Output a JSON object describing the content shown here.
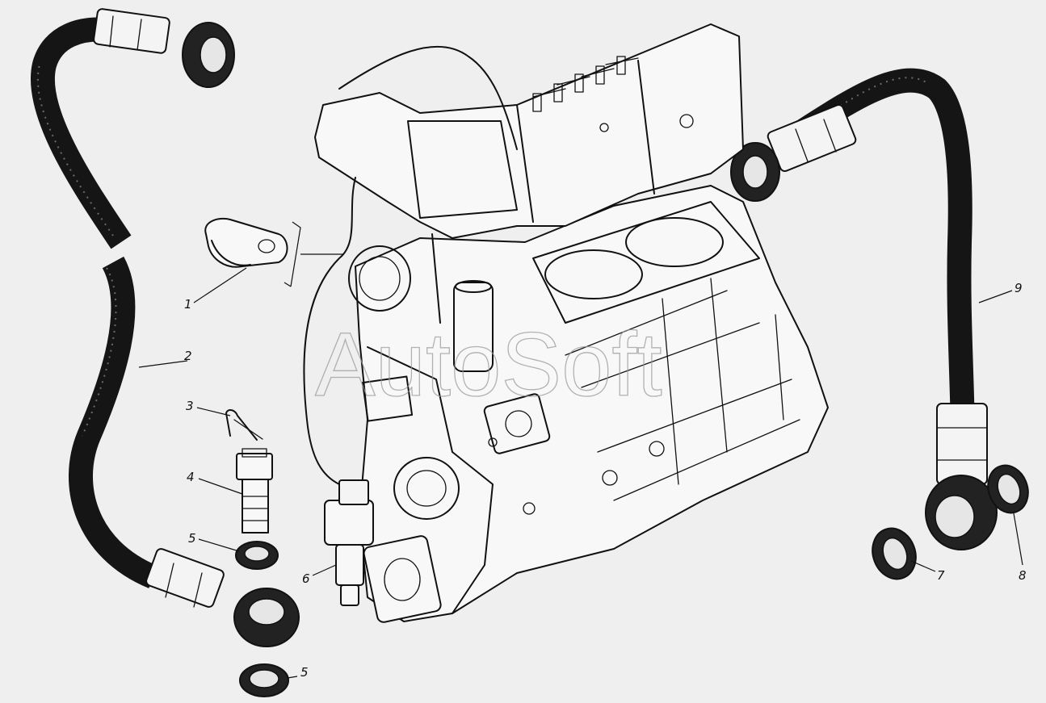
{
  "watermark": "AutoSoft",
  "callouts": [
    {
      "id": "callout-1",
      "label": "1"
    },
    {
      "id": "callout-2",
      "label": "2"
    },
    {
      "id": "callout-3",
      "label": "3"
    },
    {
      "id": "callout-4",
      "label": "4"
    },
    {
      "id": "callout-5a",
      "label": "5"
    },
    {
      "id": "callout-5b",
      "label": "5"
    },
    {
      "id": "callout-6",
      "label": "6"
    },
    {
      "id": "callout-7",
      "label": "7"
    },
    {
      "id": "callout-8",
      "label": "8"
    },
    {
      "id": "callout-9",
      "label": "9"
    }
  ]
}
